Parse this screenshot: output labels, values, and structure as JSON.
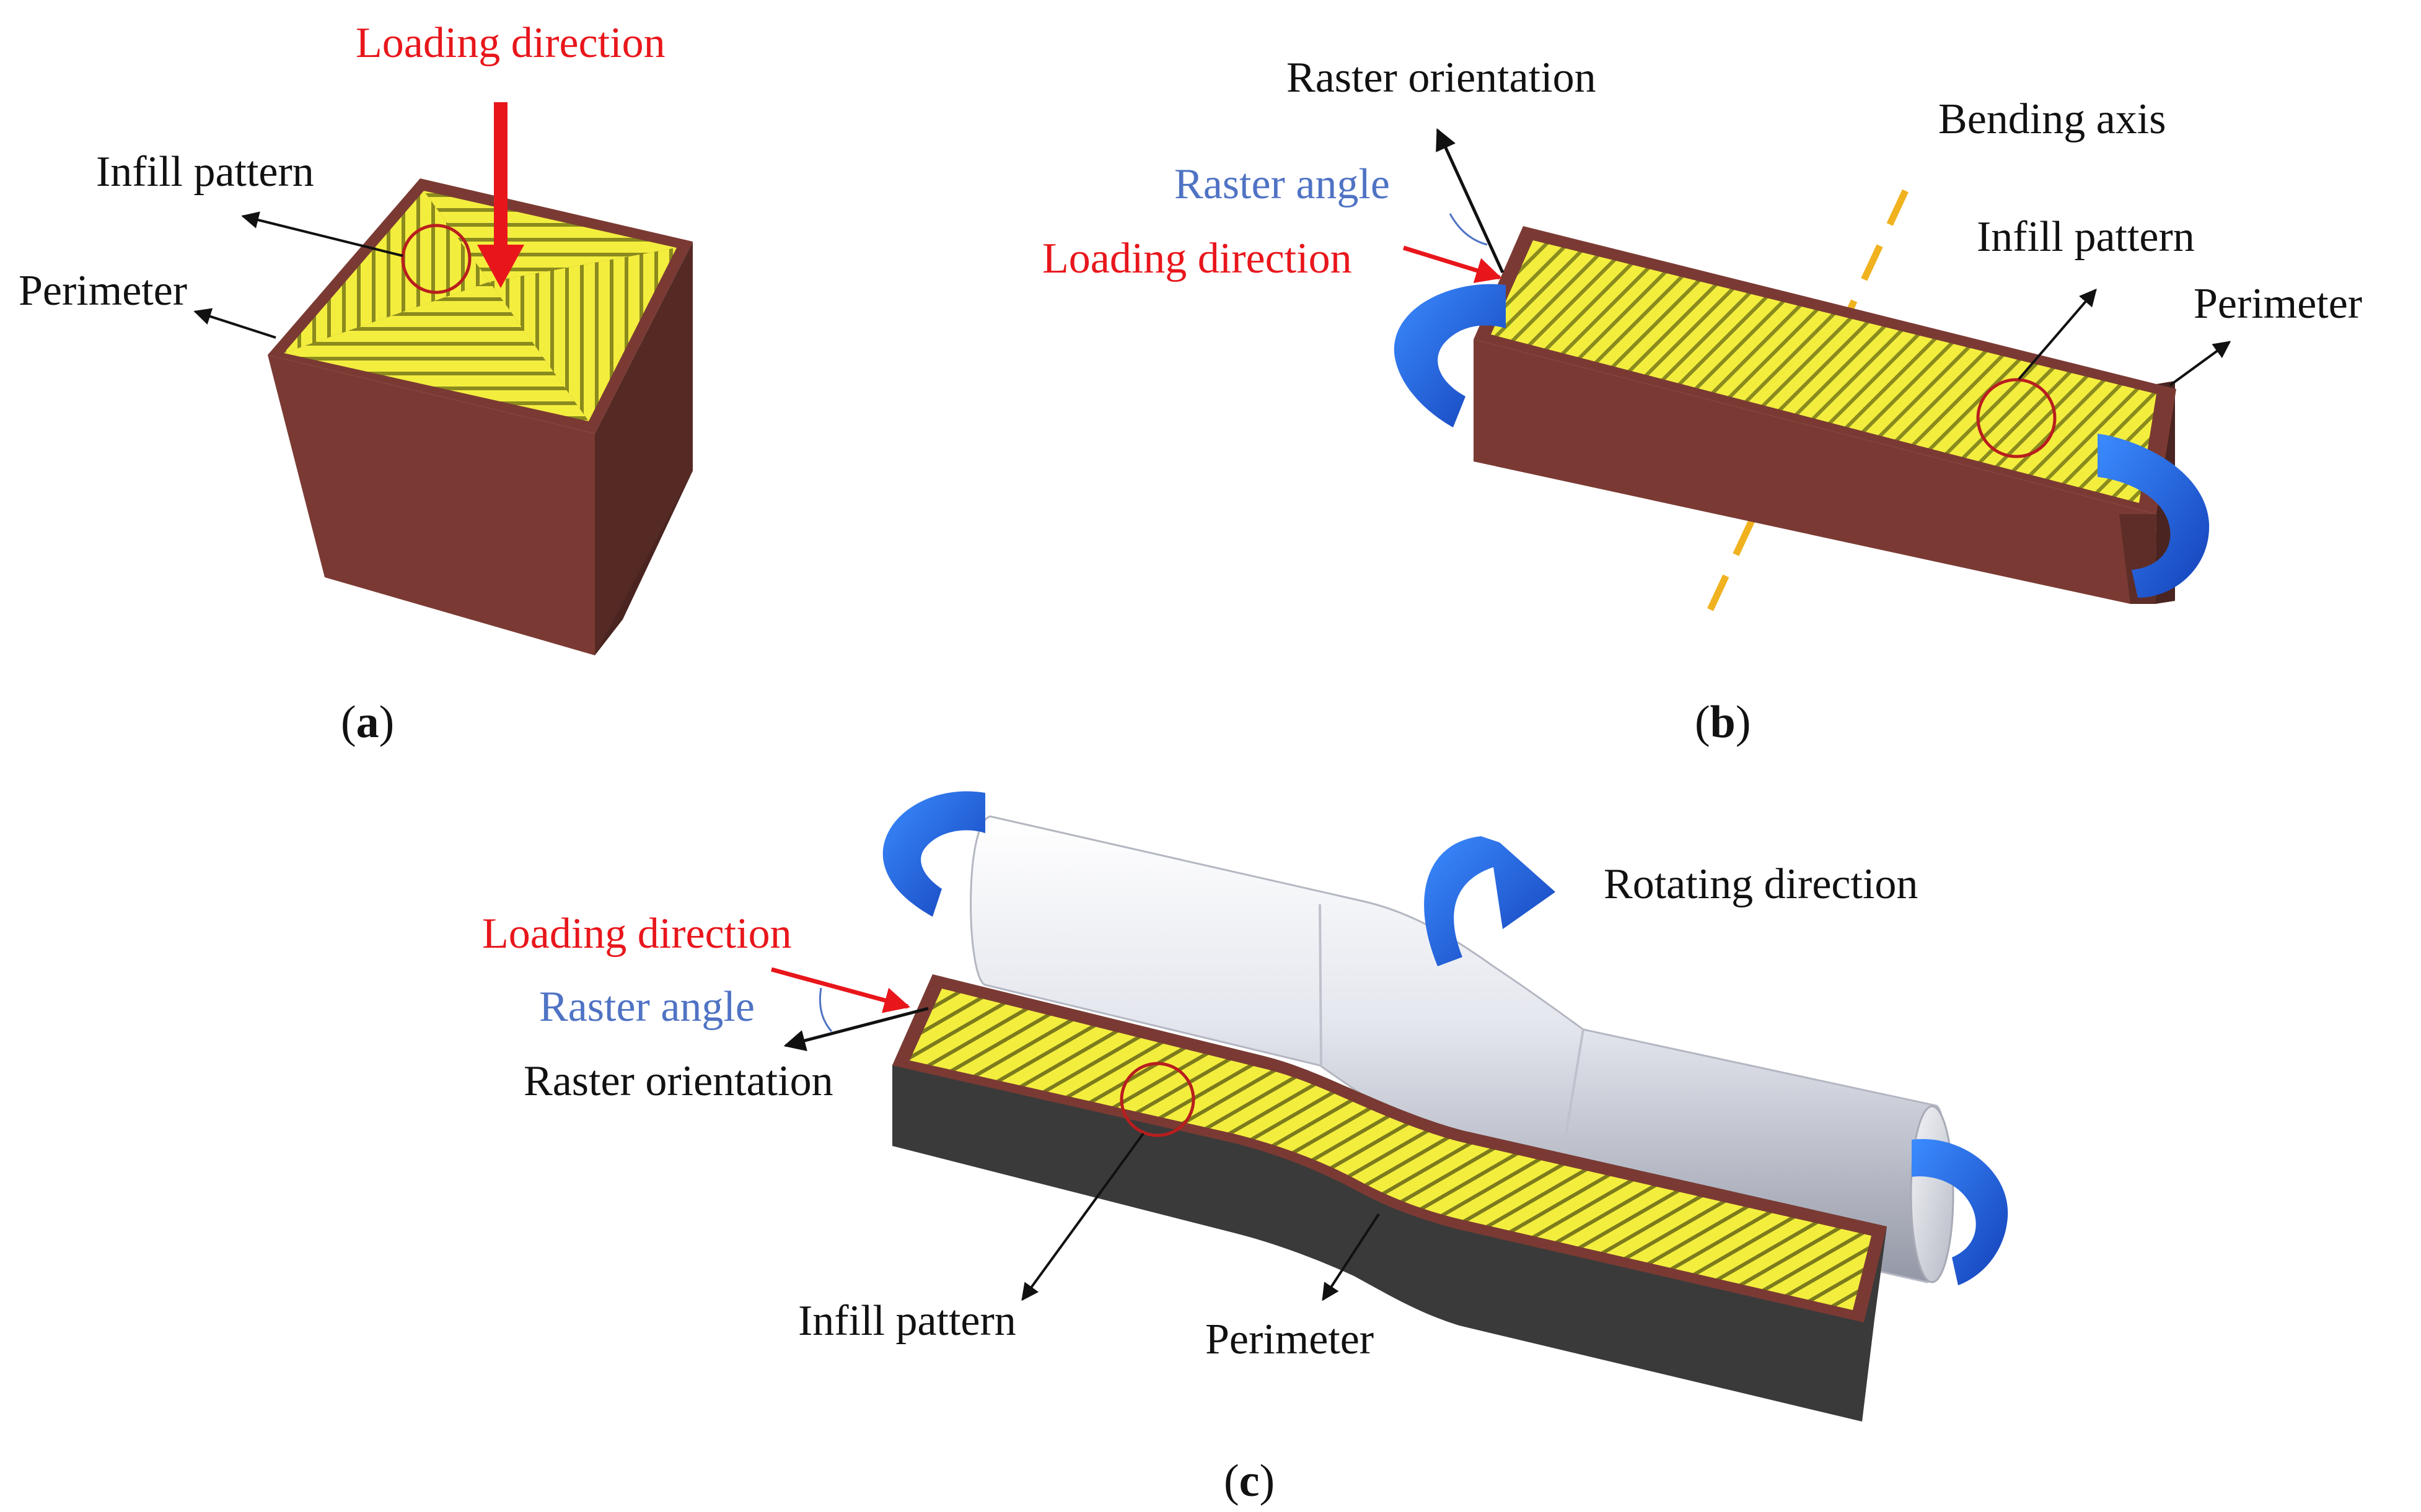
{
  "colors": {
    "infill": "#f3ee3e",
    "infill_line": "#8a8a1e",
    "perimeter": "#7a3a33",
    "perimeter_dark": "#4a2420",
    "loading": "#e8161b",
    "raster_angle": "#4f73c4",
    "arrow": "#111111",
    "bend_axis": "#f0b21f",
    "rotation_arrow": "#1f63d6",
    "circle": "#b81e1e",
    "steel": "#dfe1e8"
  },
  "panel_a": {
    "loading_direction": "Loading direction",
    "infill_pattern": "Infill pattern",
    "perimeter": "Perimeter",
    "caption_open": "(",
    "caption_letter": "a",
    "caption_close": ")"
  },
  "panel_b": {
    "raster_orientation": "Raster orientation",
    "bending_axis": "Bending axis",
    "raster_angle": "Raster angle",
    "loading_direction": "Loading direction",
    "infill_pattern": "Infill pattern",
    "perimeter": "Perimeter",
    "caption_open": "(",
    "caption_letter": "b",
    "caption_close": ")"
  },
  "panel_c": {
    "rotating_direction": "Rotating direction",
    "loading_direction": "Loading direction",
    "raster_angle": "Raster angle",
    "raster_orientation": "Raster orientation",
    "infill_pattern": "Infill pattern",
    "perimeter": "Perimeter",
    "caption_open": "(",
    "caption_letter": "c",
    "caption_close": ")"
  }
}
